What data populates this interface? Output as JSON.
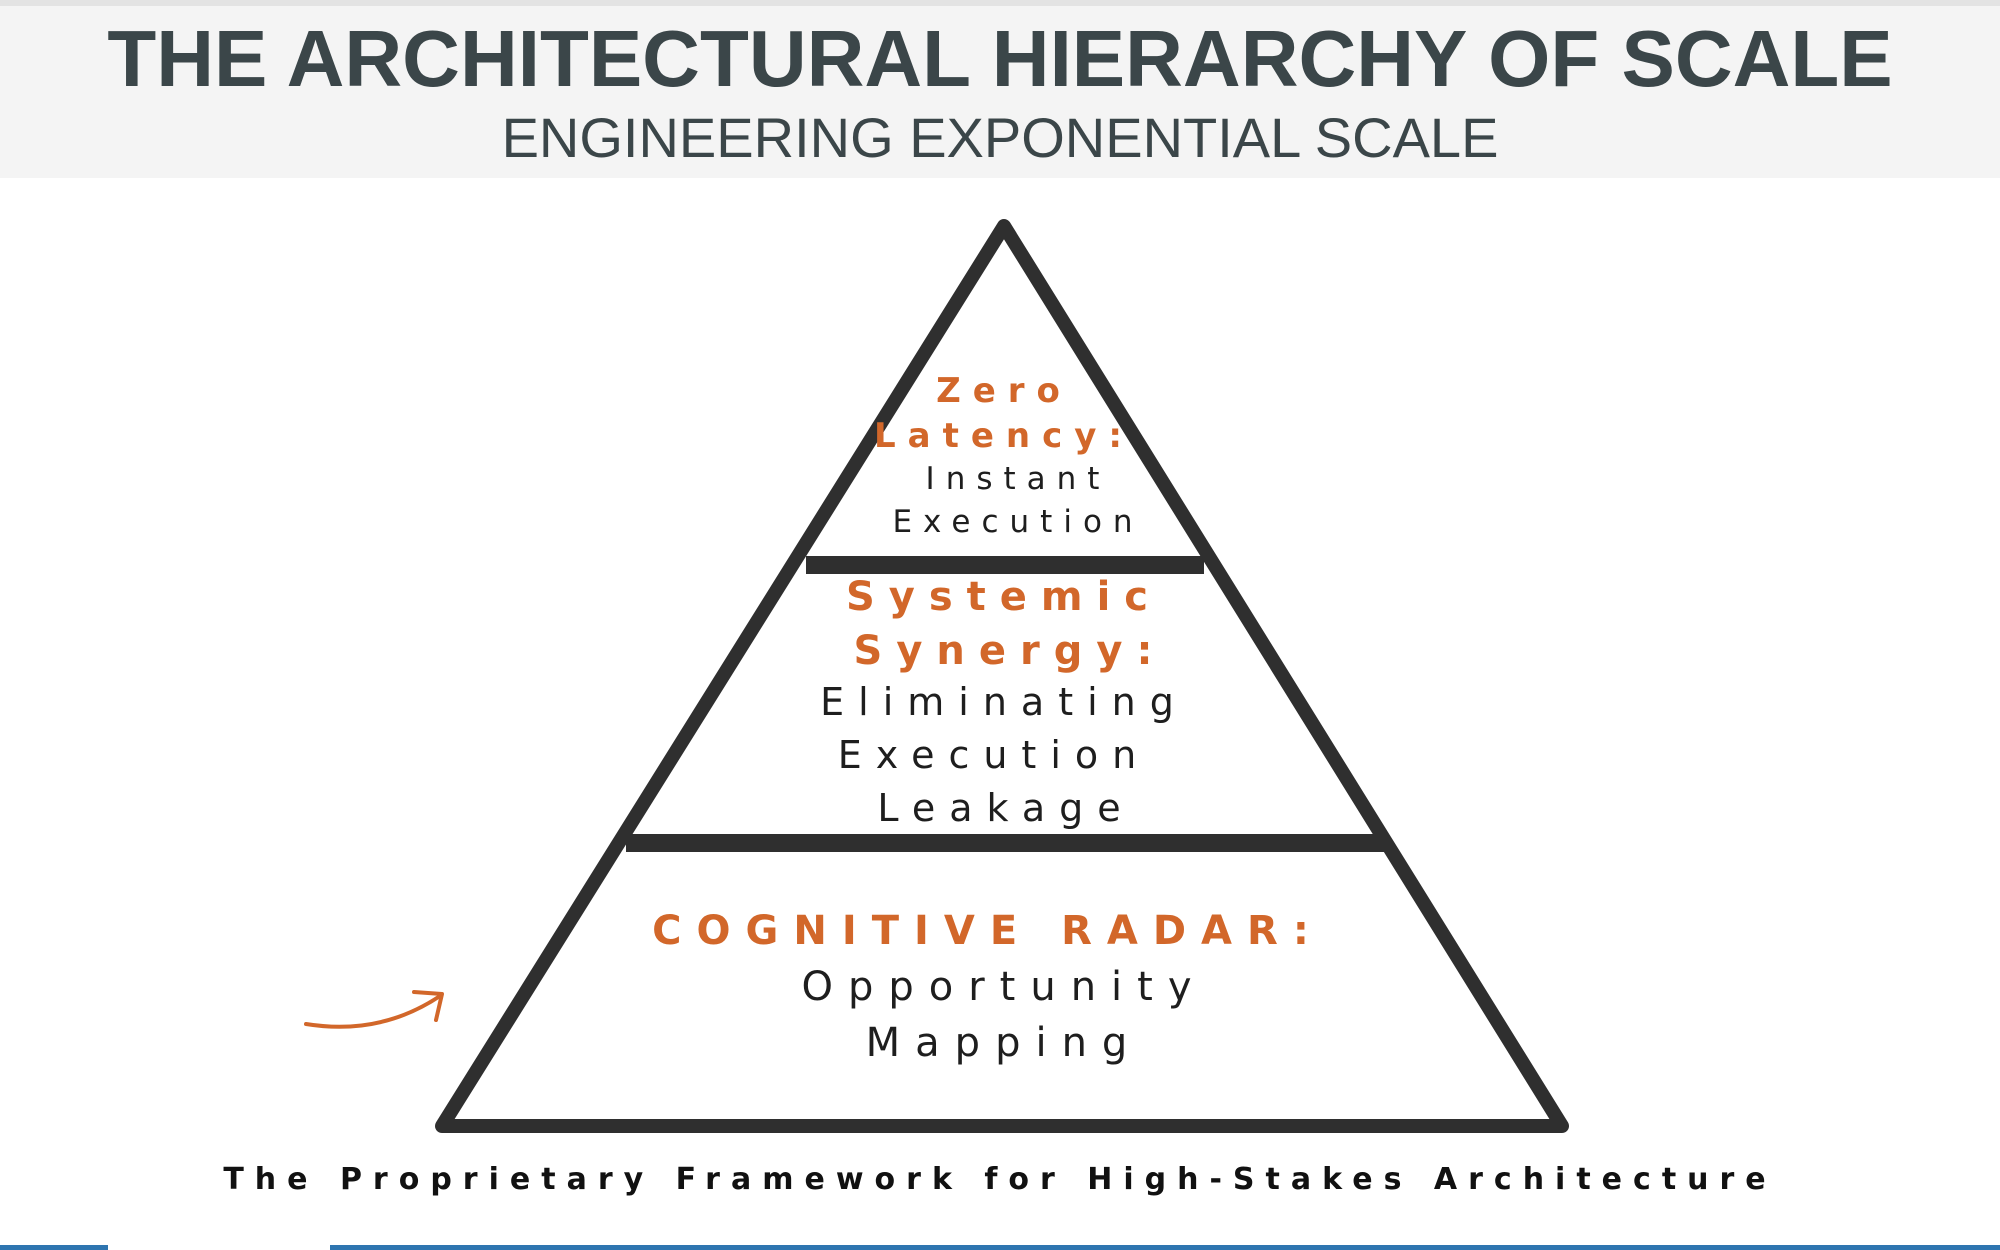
{
  "header": {
    "title": "THE ARCHITECTURAL HIERARCHY OF SCALE",
    "subtitle": "ENGINEERING EXPONENTIAL SCALE"
  },
  "pyramid": {
    "top": {
      "label_lines": [
        "Zero",
        "Latency:"
      ],
      "desc_lines": [
        "Instant",
        "Execution"
      ]
    },
    "middle": {
      "label_lines": [
        "Systemic",
        "Synergy:"
      ],
      "desc_lines": [
        "Eliminating",
        "Execution",
        "Leakage"
      ]
    },
    "bottom": {
      "label_lines": [
        "COGNITIVE RADAR:"
      ],
      "desc_lines": [
        "Opportunity",
        "Mapping"
      ]
    }
  },
  "footer": {
    "tagline": "The Proprietary Framework for High-Stakes Architecture"
  },
  "colors": {
    "accent": "#d2672a",
    "outline": "#2f2f2f",
    "title": "#3b4649",
    "bottom_bar": "#2e75b0"
  },
  "icons": {
    "pointer": "curved-arrow-icon"
  }
}
